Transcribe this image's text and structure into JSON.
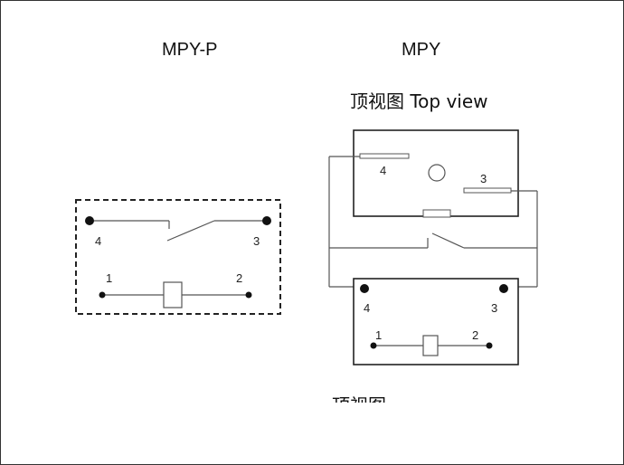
{
  "left_title": "MPY-P",
  "right_title": "MPY",
  "view_label": "顶视图 Top view",
  "bottom_partial_label": "顶视图",
  "left_pins": {
    "p4": "4",
    "p3": "3",
    "p1": "1",
    "p2": "2"
  },
  "right_top_pins": {
    "p4": "4",
    "p3": "3"
  },
  "right_bottom_pins": {
    "p4": "4",
    "p3": "3",
    "p1": "1",
    "p2": "2"
  },
  "colors": {
    "line": "#555555",
    "ink": "#111111",
    "border": "#333333"
  }
}
